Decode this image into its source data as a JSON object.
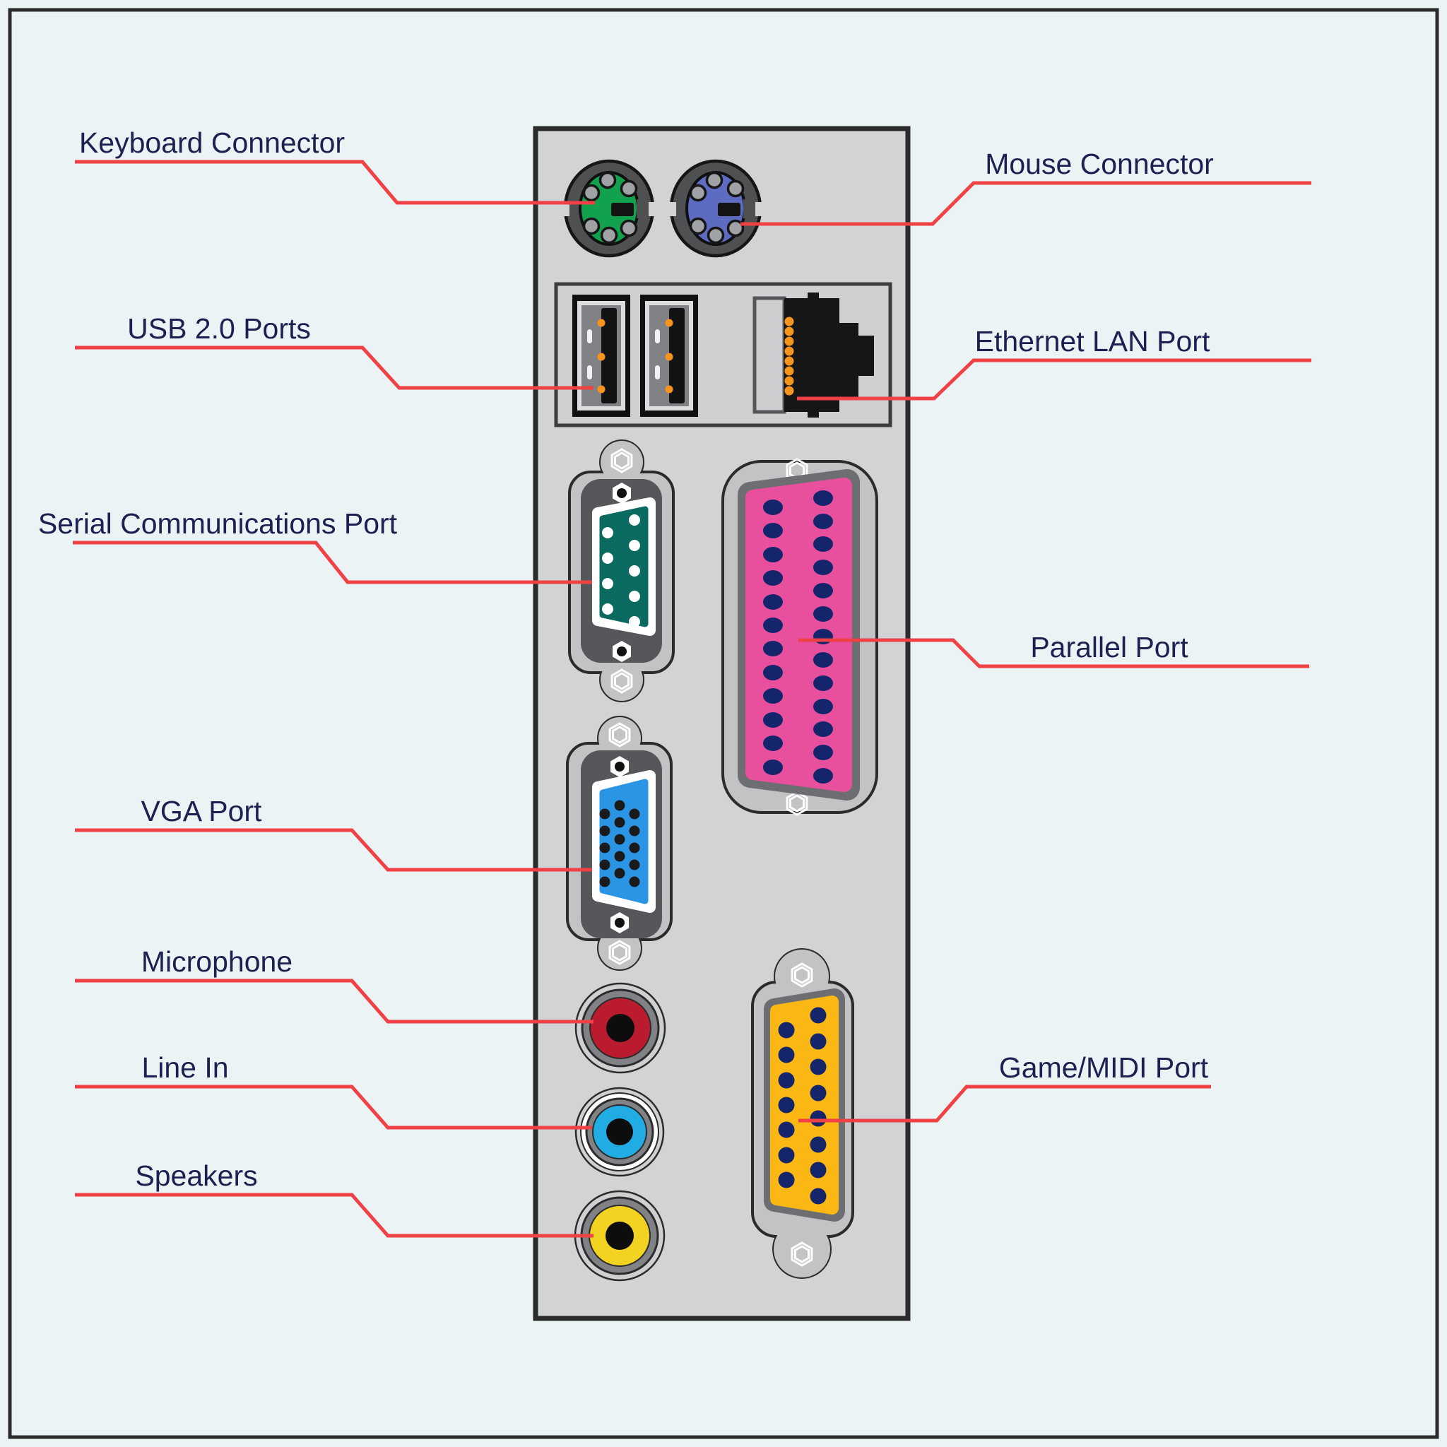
{
  "page": {
    "background": "#ecf3f4",
    "frame_color": "#2b2b2b"
  },
  "panel": {
    "fill": "#d2d3d5",
    "stroke": "#2b2b2b"
  },
  "style": {
    "label_color": "#1b2150",
    "leader_color": "#ef4146"
  },
  "labels": {
    "keyboard": "Keyboard Connector",
    "mouse": "Mouse Connector",
    "usb": "USB 2.0 Ports",
    "ethernet": "Ethernet LAN Port",
    "serial": "Serial Communications Port",
    "parallel": "Parallel Port",
    "vga": "VGA Port",
    "microphone": "Microphone",
    "line_in": "Line In",
    "speakers": "Speakers",
    "game": "Game/MIDI Port"
  },
  "colors": {
    "keyboard_port": "#12a24d",
    "mouse_port": "#5d6bc1",
    "usb_contact": "#f7941e",
    "ethernet_pin": "#f7941e",
    "serial_port": "#0b6a60",
    "parallel_port": "#e8509e",
    "vga_port": "#2a95e5",
    "microphone_jack": "#bb1b2e",
    "line_in_jack": "#21ade4",
    "speakers_jack": "#f2d321",
    "game_port": "#fbb714",
    "dsub_pin": "#15256b"
  }
}
